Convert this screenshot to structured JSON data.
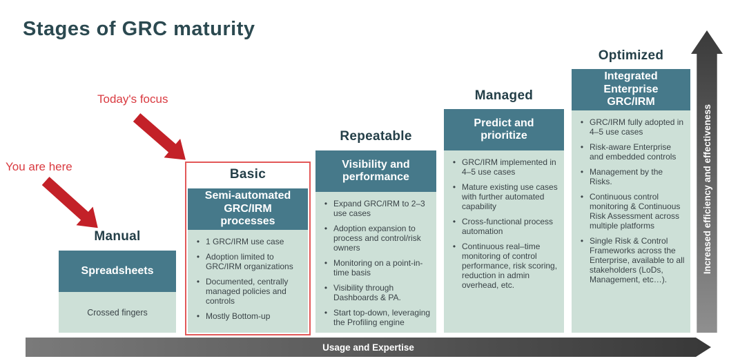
{
  "page_title": "Stages of GRC maturity",
  "callouts": {
    "you_are_here": "You are here",
    "todays_focus": "Today's focus"
  },
  "axes": {
    "horizontal_label": "Usage and Expertise",
    "vertical_label": "Increased efficiency and effectiveness"
  },
  "colors": {
    "title_text": "#2b4950",
    "stage_header_teal": "#46798a",
    "stage_body_green": "#cde0d7",
    "callout_red": "#c32128",
    "highlight_border_red": "#e25757",
    "arrow_gray_dark": "#383838",
    "arrow_gray_light": "#8f8f8f"
  },
  "stages": [
    {
      "name": "Manual",
      "headline": "Spreadsheets",
      "note": "Crossed fingers",
      "bullets": [],
      "highlighted": false
    },
    {
      "name": "Basic",
      "headline": "Semi-automated GRC/IRM processes",
      "note": "",
      "bullets": [
        "1 GRC/IRM use case",
        "Adoption limited to GRC/IRM organizations",
        "Documented, centrally managed policies and controls",
        "Mostly Bottom-up"
      ],
      "highlighted": true
    },
    {
      "name": "Repeatable",
      "headline": "Visibility and performance",
      "note": "",
      "bullets": [
        "Expand GRC/IRM to 2–3 use cases",
        "Adoption expansion to process and control/risk owners",
        "Monitoring on a point-in-time basis",
        "Visibility through Dashboards & PA.",
        "Start top-down, leveraging the Profiling engine"
      ],
      "highlighted": false
    },
    {
      "name": "Managed",
      "headline": "Predict and prioritize",
      "note": "",
      "bullets": [
        "GRC/IRM implemented in 4–5 use cases",
        "Mature existing use cases with further automated capability",
        "Cross-functional process automation",
        "Continuous real–time monitoring of control performance, risk scoring, reduction in admin overhead, etc."
      ],
      "highlighted": false
    },
    {
      "name": "Optimized",
      "headline": "Integrated Enterprise GRC/IRM",
      "note": "",
      "bullets": [
        "GRC/IRM fully adopted in 4–5 use cases",
        "Risk-aware Enterprise and embedded controls",
        "Management by the Risks.",
        "Continuous control monitoring & Continuous Risk Assessment across multiple platforms",
        "Single Risk & Control Frameworks across the Enterprise, available to all stakeholders (LoDs, Management, etc…)."
      ],
      "highlighted": false
    }
  ]
}
